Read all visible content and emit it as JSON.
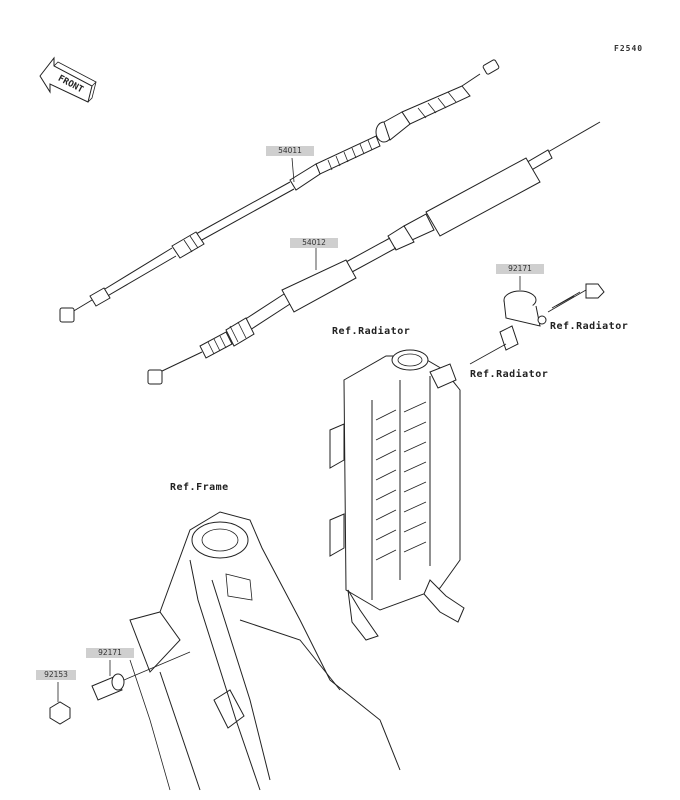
{
  "diagram": {
    "figure_code": "F2540",
    "front_label": "FRONT",
    "part_numbers": {
      "clutch_cable": "54011",
      "throttle_cable": "54012",
      "clamp_upper": "92171",
      "clamp_lower": "92171",
      "bolt": "92153"
    },
    "references": {
      "radiator_main": "Ref.Radiator",
      "radiator_bolt": "Ref.Radiator",
      "radiator_mount": "Ref.Radiator",
      "frame": "Ref.Frame"
    }
  }
}
